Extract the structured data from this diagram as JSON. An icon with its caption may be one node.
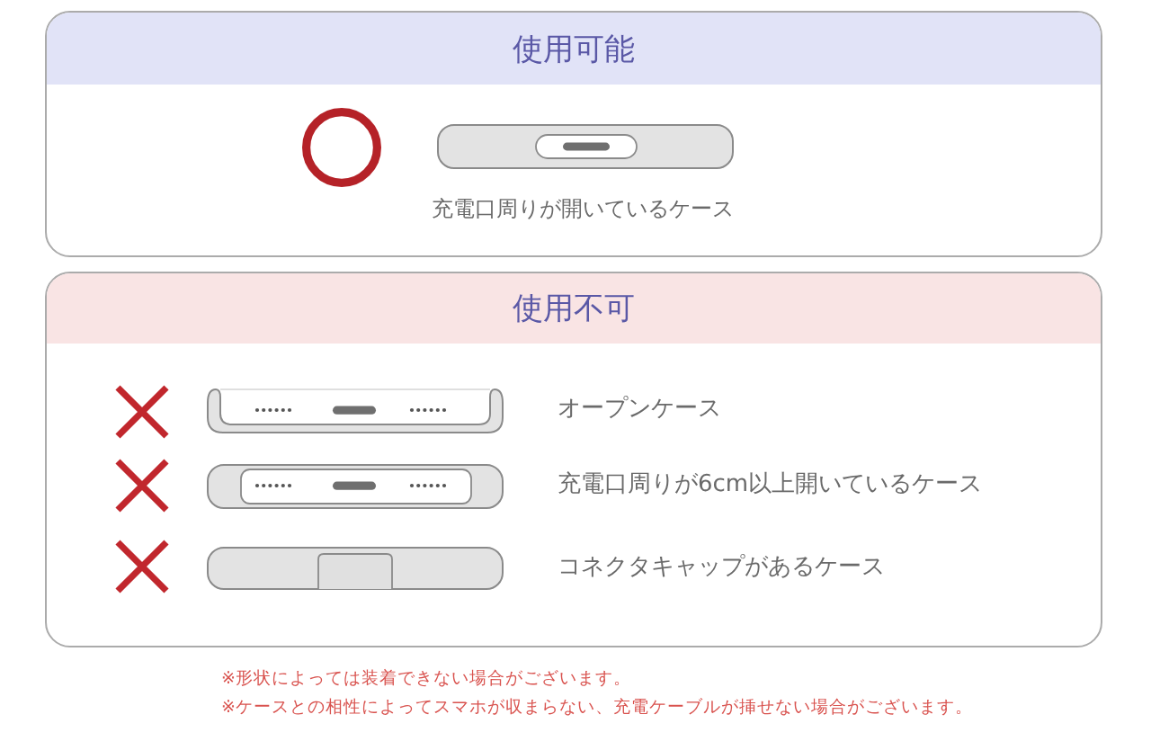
{
  "diagram": {
    "nodes": [
      {
        "text": [
          "使用可能"
        ]
      },
      {
        "text": [
          "使用不可"
        ]
      }
    ],
    "labels": [
      "充電口周りが開いているケース",
      "オープンケース",
      "充電口周りが6cm以上開いているケース",
      "コネクタキャップがあるケース",
      "※形状によっては装着できない場合がございます。",
      "※ケースとの相性によってスマホが収まらない、充電ケーブルが挿せない場合がございます。"
    ]
  }
}
